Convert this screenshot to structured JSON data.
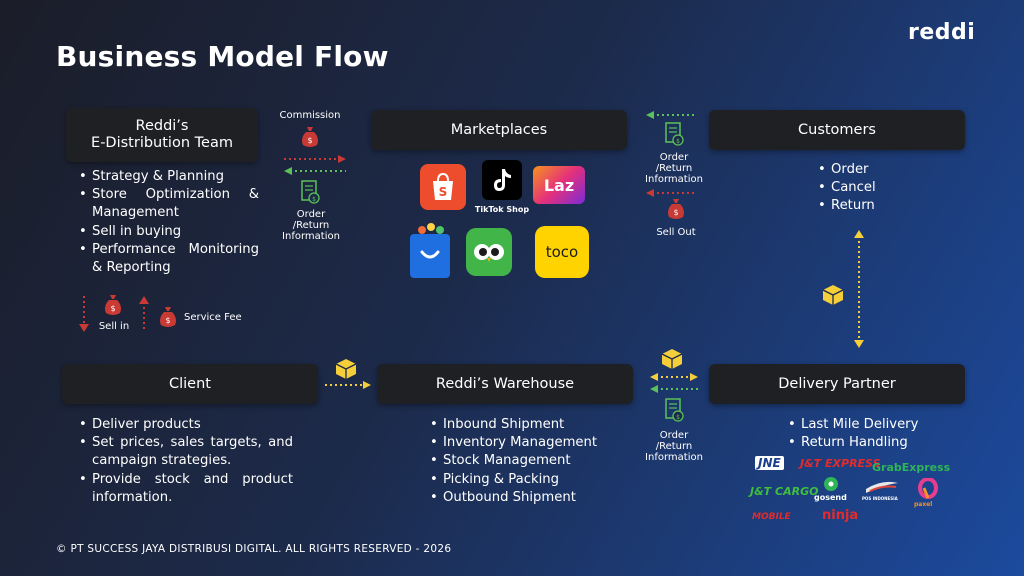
{
  "slide": {
    "title": "Business Model Flow",
    "brand": "reddi",
    "footer": "© PT SUCCESS JAYA DISTRIBUSI DIGITAL. ALL RIGHTS RESERVED - 2026"
  },
  "team": {
    "title_line1": "Reddi’s",
    "title_line2": "E-Distribution Team",
    "items": [
      "Strategy & Planning",
      "Store Optimization & Management",
      "Sell in buying",
      "Performance Monitoring & Reporting"
    ]
  },
  "marketplaces": {
    "title": "Marketplaces",
    "logos": {
      "lazada": "Laz",
      "tiktok": "TikTok Shop",
      "toco": "toco"
    }
  },
  "customers": {
    "title": "Customers",
    "items": [
      "Order",
      "Cancel",
      "Return"
    ]
  },
  "client": {
    "title": "Client",
    "items": [
      "Deliver products",
      "Set prices, sales targets, and campaign strategies.",
      "Provide stock and product information."
    ]
  },
  "warehouse": {
    "title": "Reddi’s Warehouse",
    "items": [
      "Inbound Shipment",
      "Inventory Management",
      "Stock Management",
      "Picking & Packing",
      "Outbound Shipment"
    ]
  },
  "delivery": {
    "title": "Delivery Partner",
    "items": [
      "Last Mile Delivery",
      "Return Handling"
    ],
    "couriers": {
      "jne": "JNE",
      "jnt_express": "J&T EXPRESS",
      "grab": "GrabExpress",
      "jnt_cargo": "J&T CARGO",
      "gosend": "gosend",
      "pos": "POS INDONESIA",
      "paxel": "paxel",
      "mobile": "MOBILE",
      "ninja": "ninja"
    }
  },
  "flows": {
    "commission": "Commission",
    "order_return_left": [
      "Order",
      "/Return",
      "Information"
    ],
    "order_return_right": [
      "Order",
      "/Return",
      "Information"
    ],
    "order_return_bottom": [
      "Order",
      "/Return",
      "Information"
    ],
    "sell_out": "Sell Out",
    "sell_in": "Sell in",
    "service_fee": "Service Fee"
  },
  "colors": {
    "red": "#c93a35",
    "green": "#5cc15a",
    "yellow": "#f5cf3a",
    "box": "#1f2024"
  }
}
